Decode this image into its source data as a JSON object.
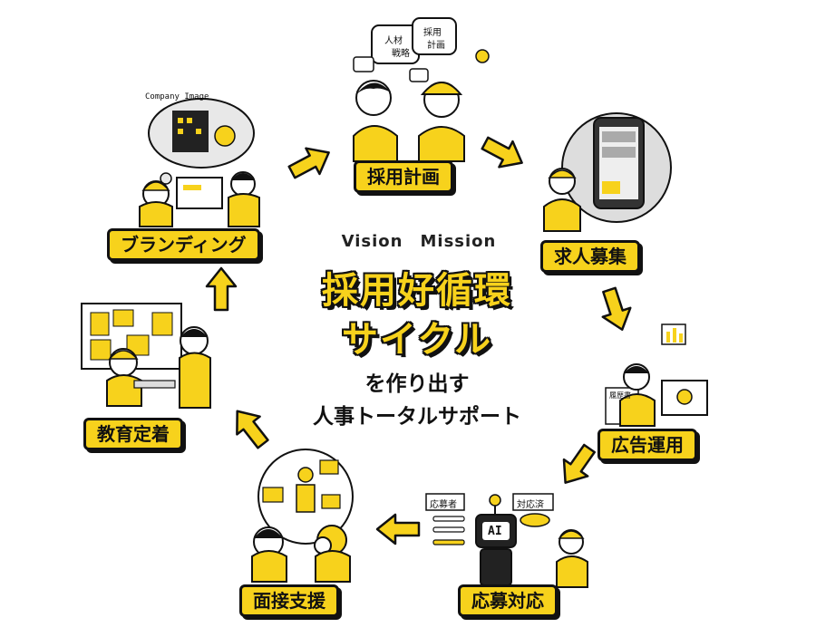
{
  "steps": {
    "recruitment_planning": "採用計画",
    "job_posting": "求人募集",
    "ad_operation": "広告運用",
    "applicant_response": "応募対応",
    "interview_support": "面接支援",
    "training_retention": "教育定着",
    "branding": "ブランディング"
  },
  "center": {
    "vision_mission": "Vision　Mission",
    "title_line1": "採用好循環",
    "title_line2": "サイクル",
    "subtitle_line1": "を作り出す",
    "subtitle_line2": "人事トータルサポート"
  },
  "illustration_text": {
    "bubble_hr_strategy_1": "人材",
    "bubble_hr_strategy_2": "戦略",
    "bubble_recruit_plan_1": "採用",
    "bubble_recruit_plan_2": "計画",
    "company_image": "Company Image",
    "applicants": "応募者",
    "handled": "対応済",
    "ai": "AI",
    "resume": "履歴書"
  },
  "colors": {
    "accent_yellow": "#f7d21c",
    "outline": "#111111",
    "background": "#ffffff"
  }
}
